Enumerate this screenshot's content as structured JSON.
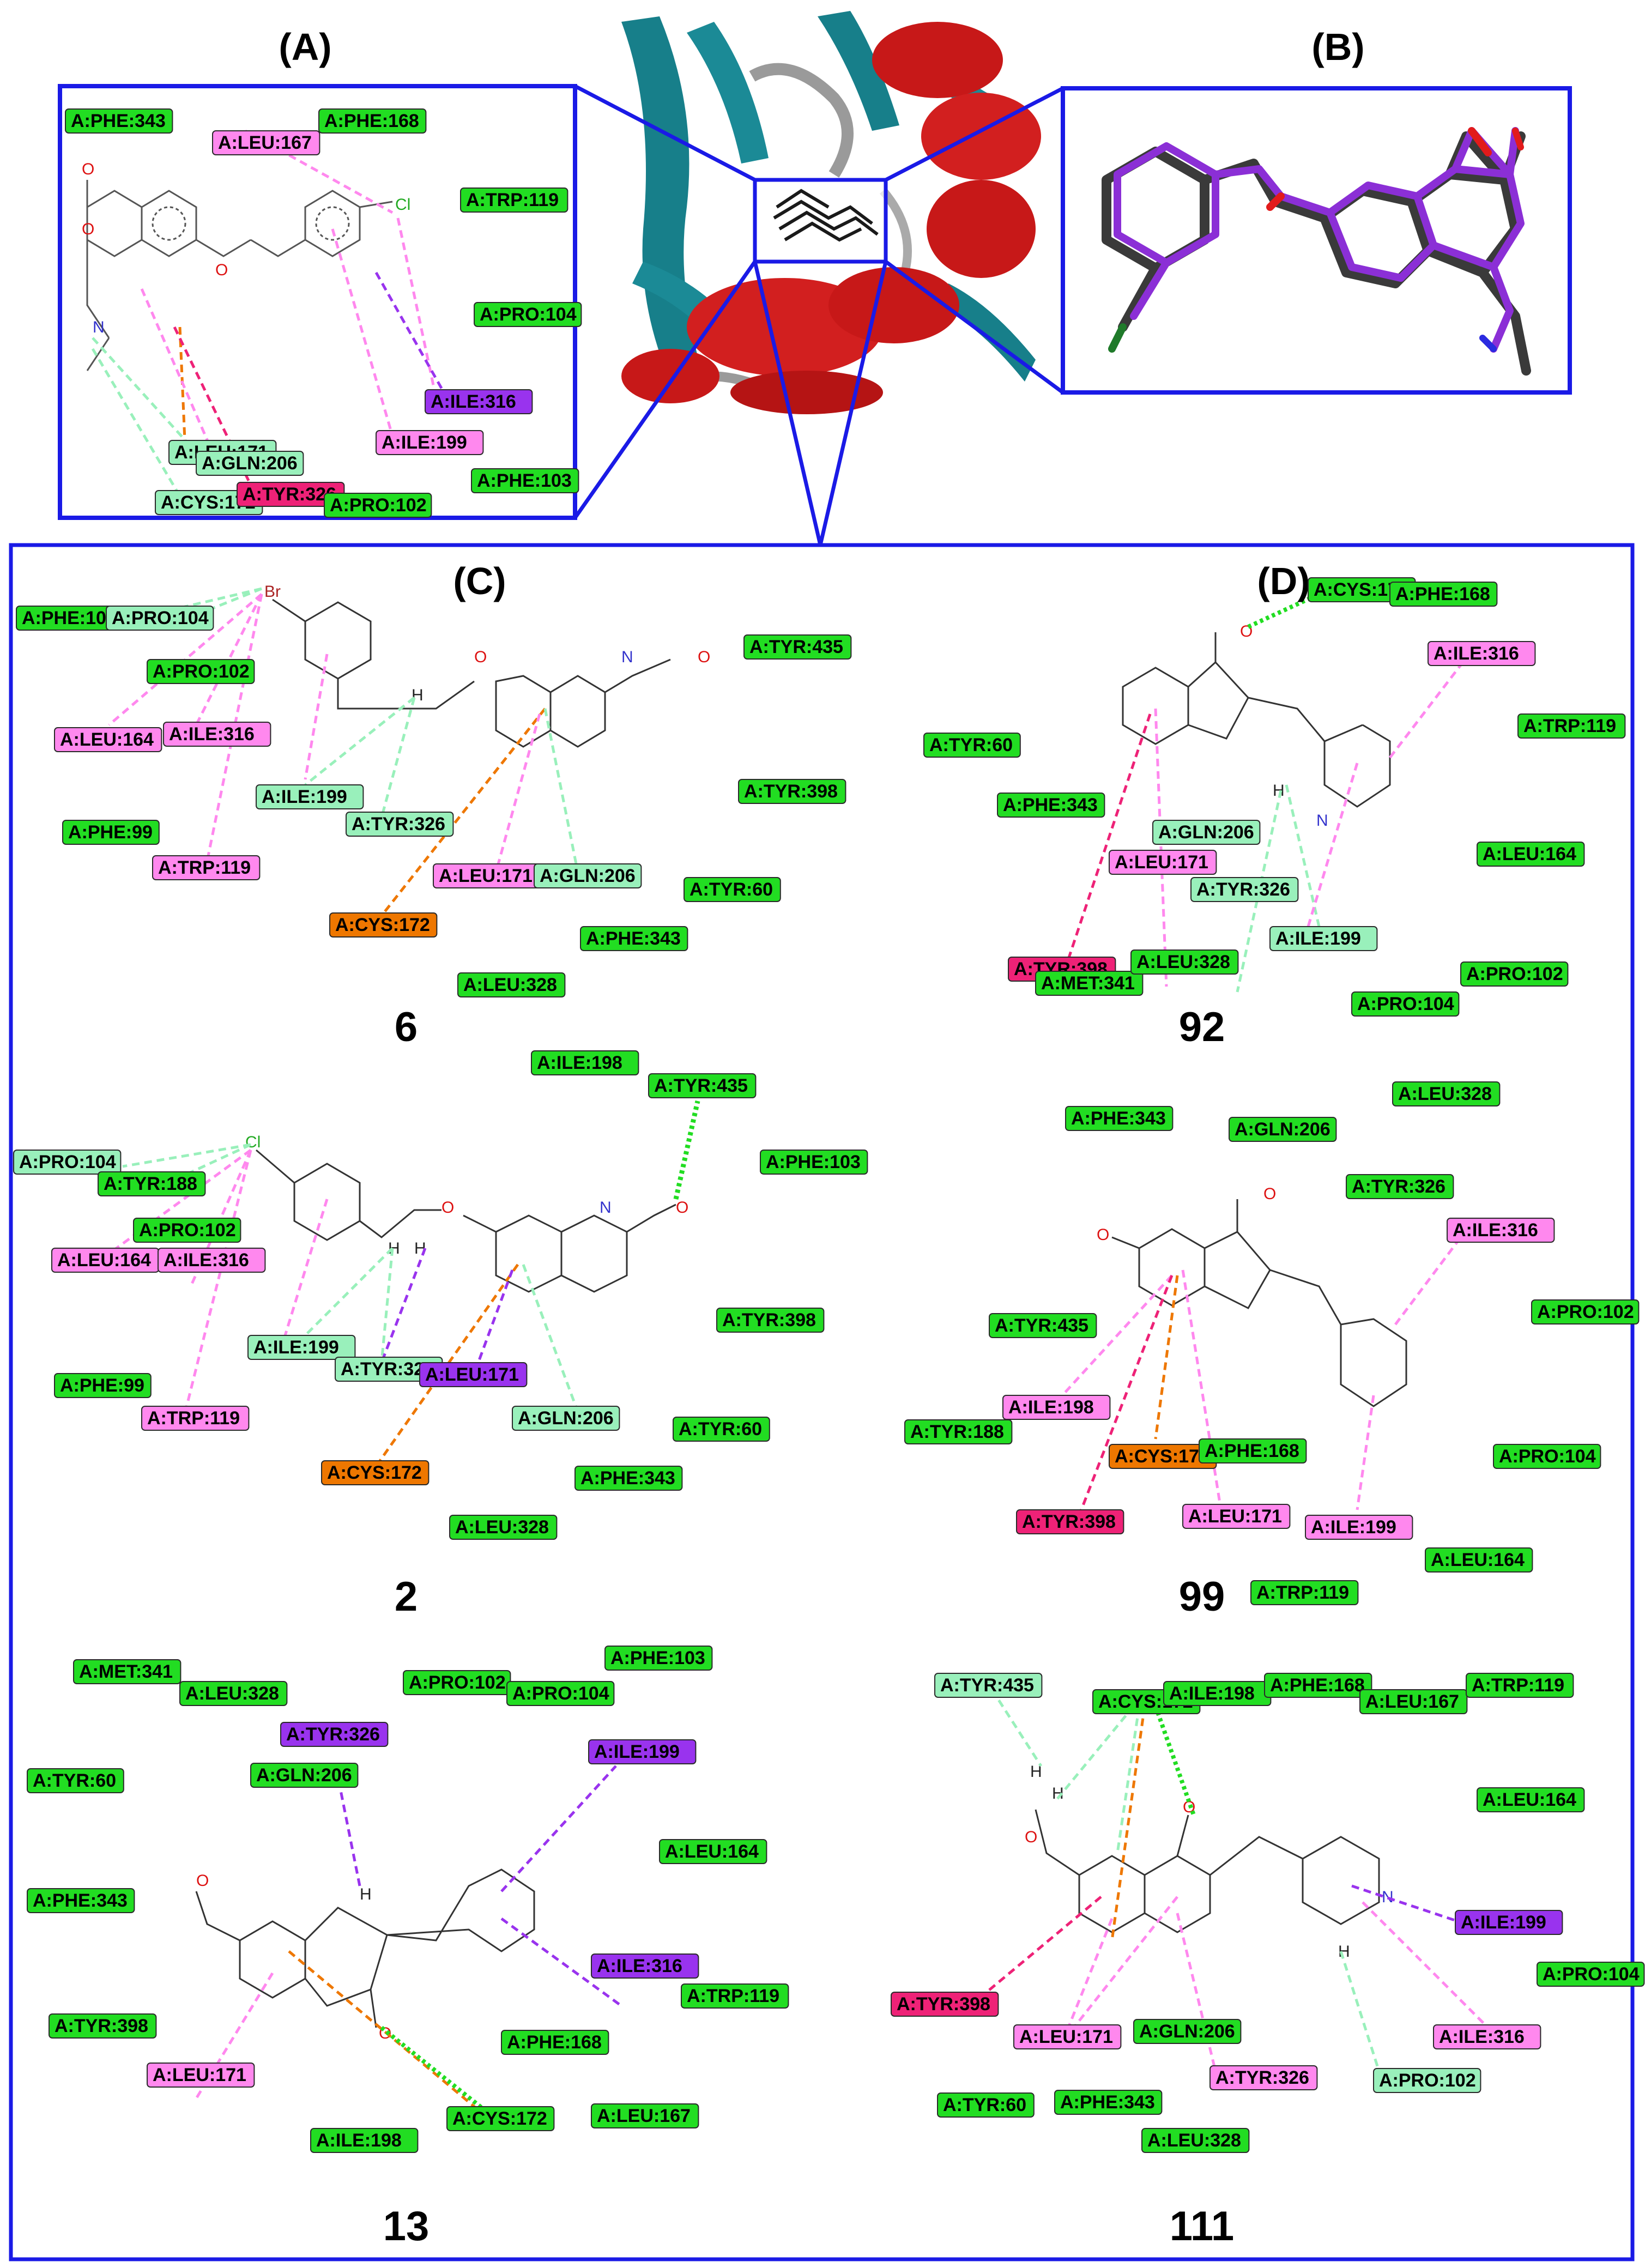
{
  "panels": {
    "A": {
      "label": "(A)"
    },
    "B": {
      "label": "(B)"
    },
    "C": {
      "label": "(C)"
    },
    "D": {
      "label": "(D)"
    }
  },
  "compounds": [
    "6",
    "92",
    "2",
    "99",
    "13",
    "111"
  ],
  "colors": {
    "frame": "#1a1ae6",
    "vdw": "#22dd22",
    "pi_alkyl": "#ff88ee",
    "pi_sigma": "#9933ee",
    "pi_pi": "#ee2277",
    "pi_sulfur": "#ee7700",
    "carbon_h": "#99f0bb",
    "hbond": "#22dd22"
  },
  "residues": {
    "A": [
      {
        "text": "A:PHE:343",
        "t": "vdw"
      },
      {
        "text": "A:LEU:167",
        "t": "pa"
      },
      {
        "text": "A:PHE:168",
        "t": "vdw"
      },
      {
        "text": "A:TRP:119",
        "t": "vdw"
      },
      {
        "text": "A:PRO:104",
        "t": "vdw"
      },
      {
        "text": "A:ILE:316",
        "t": "ps"
      },
      {
        "text": "A:ILE:199",
        "t": "pa"
      },
      {
        "text": "A:LEU:171",
        "t": "ch"
      },
      {
        "text": "A:GLN:206",
        "t": "ch"
      },
      {
        "text": "A:CYS:172",
        "t": "ch"
      },
      {
        "text": "A:TYR:326",
        "t": "pp"
      },
      {
        "text": "A:PRO:102",
        "t": "vdw"
      },
      {
        "text": "A:PHE:103",
        "t": "vdw"
      }
    ],
    "c6": [
      {
        "text": "A:PHE:103",
        "t": "vdw"
      },
      {
        "text": "A:PRO:104",
        "t": "ch"
      },
      {
        "text": "A:PRO:102",
        "t": "vdw"
      },
      {
        "text": "A:LEU:164",
        "t": "pa"
      },
      {
        "text": "A:ILE:316",
        "t": "pa"
      },
      {
        "text": "A:PHE:99",
        "t": "vdw"
      },
      {
        "text": "A:TRP:119",
        "t": "pa"
      },
      {
        "text": "A:ILE:199",
        "t": "ch"
      },
      {
        "text": "A:TYR:326",
        "t": "ch"
      },
      {
        "text": "A:LEU:171",
        "t": "pa"
      },
      {
        "text": "A:GLN:206",
        "t": "ch"
      },
      {
        "text": "A:CYS:172",
        "t": "su"
      },
      {
        "text": "A:TYR:435",
        "t": "vdw"
      },
      {
        "text": "A:TYR:398",
        "t": "vdw"
      },
      {
        "text": "A:TYR:60",
        "t": "vdw"
      },
      {
        "text": "A:PHE:343",
        "t": "vdw"
      },
      {
        "text": "A:LEU:328",
        "t": "vdw"
      }
    ],
    "c92": [
      {
        "text": "A:CYS:172",
        "t": "vdw"
      },
      {
        "text": "A:PHE:168",
        "t": "vdw"
      },
      {
        "text": "A:ILE:316",
        "t": "pa"
      },
      {
        "text": "A:TRP:119",
        "t": "vdw"
      },
      {
        "text": "A:TYR:60",
        "t": "vdw"
      },
      {
        "text": "A:PHE:343",
        "t": "vdw"
      },
      {
        "text": "A:GLN:206",
        "t": "ch"
      },
      {
        "text": "A:LEU:171",
        "t": "pa"
      },
      {
        "text": "A:TYR:326",
        "t": "ch"
      },
      {
        "text": "A:TYR:398",
        "t": "pp"
      },
      {
        "text": "A:LEU:164",
        "t": "vdw"
      },
      {
        "text": "A:ILE:199",
        "t": "ch"
      },
      {
        "text": "A:MET:341",
        "t": "vdw"
      },
      {
        "text": "A:LEU:328",
        "t": "vdw"
      },
      {
        "text": "A:PRO:102",
        "t": "vdw"
      },
      {
        "text": "A:PRO:104",
        "t": "vdw"
      }
    ],
    "c2": [
      {
        "text": "A:ILE:198",
        "t": "vdw"
      },
      {
        "text": "A:TYR:435",
        "t": "vdw"
      },
      {
        "text": "A:PHE:103",
        "t": "vdw"
      },
      {
        "text": "A:PRO:104",
        "t": "ch"
      },
      {
        "text": "A:TYR:188",
        "t": "vdw"
      },
      {
        "text": "A:PRO:102",
        "t": "vdw"
      },
      {
        "text": "A:LEU:164",
        "t": "pa"
      },
      {
        "text": "A:ILE:316",
        "t": "pa"
      },
      {
        "text": "A:ILE:199",
        "t": "ch"
      },
      {
        "text": "A:TYR:326",
        "t": "ch"
      },
      {
        "text": "A:TYR:398",
        "t": "vdw"
      },
      {
        "text": "A:PHE:99",
        "t": "vdw"
      },
      {
        "text": "A:TRP:119",
        "t": "pa"
      },
      {
        "text": "A:LEU:171",
        "t": "ps"
      },
      {
        "text": "A:GLN:206",
        "t": "ch"
      },
      {
        "text": "A:TYR:60",
        "t": "vdw"
      },
      {
        "text": "A:CYS:172",
        "t": "su"
      },
      {
        "text": "A:PHE:343",
        "t": "vdw"
      },
      {
        "text": "A:LEU:328",
        "t": "vdw"
      }
    ],
    "c99": [
      {
        "text": "A:PHE:343",
        "t": "vdw"
      },
      {
        "text": "A:GLN:206",
        "t": "vdw"
      },
      {
        "text": "A:LEU:328",
        "t": "vdw"
      },
      {
        "text": "A:TYR:326",
        "t": "vdw"
      },
      {
        "text": "A:ILE:316",
        "t": "pa"
      },
      {
        "text": "A:TYR:435",
        "t": "vdw"
      },
      {
        "text": "A:PRO:102",
        "t": "vdw"
      },
      {
        "text": "A:ILE:198",
        "t": "pa"
      },
      {
        "text": "A:TYR:188",
        "t": "vdw"
      },
      {
        "text": "A:CYS:172",
        "t": "su"
      },
      {
        "text": "A:PHE:168",
        "t": "vdw"
      },
      {
        "text": "A:PRO:104",
        "t": "vdw"
      },
      {
        "text": "A:TYR:398",
        "t": "pp"
      },
      {
        "text": "A:LEU:171",
        "t": "pa"
      },
      {
        "text": "A:ILE:199",
        "t": "pa"
      },
      {
        "text": "A:LEU:164",
        "t": "vdw"
      },
      {
        "text": "A:TRP:119",
        "t": "vdw"
      }
    ],
    "c13": [
      {
        "text": "A:MET:341",
        "t": "vdw"
      },
      {
        "text": "A:LEU:328",
        "t": "vdw"
      },
      {
        "text": "A:PRO:102",
        "t": "vdw"
      },
      {
        "text": "A:PRO:104",
        "t": "vdw"
      },
      {
        "text": "A:PHE:103",
        "t": "vdw"
      },
      {
        "text": "A:TYR:326",
        "t": "ps"
      },
      {
        "text": "A:GLN:206",
        "t": "vdw"
      },
      {
        "text": "A:ILE:199",
        "t": "ps"
      },
      {
        "text": "A:TYR:60",
        "t": "vdw"
      },
      {
        "text": "A:LEU:164",
        "t": "vdw"
      },
      {
        "text": "A:PHE:343",
        "t": "vdw"
      },
      {
        "text": "A:ILE:316",
        "t": "ps"
      },
      {
        "text": "A:TRP:119",
        "t": "vdw"
      },
      {
        "text": "A:TYR:398",
        "t": "vdw"
      },
      {
        "text": "A:PHE:168",
        "t": "vdw"
      },
      {
        "text": "A:LEU:171",
        "t": "pa"
      },
      {
        "text": "A:CYS:172",
        "t": "vdw"
      },
      {
        "text": "A:LEU:167",
        "t": "vdw"
      },
      {
        "text": "A:ILE:198",
        "t": "vdw"
      }
    ],
    "c111": [
      {
        "text": "A:TYR:435",
        "t": "ch"
      },
      {
        "text": "A:CYS:172",
        "t": "vdw"
      },
      {
        "text": "A:ILE:198",
        "t": "vdw"
      },
      {
        "text": "A:PHE:168",
        "t": "vdw"
      },
      {
        "text": "A:LEU:167",
        "t": "vdw"
      },
      {
        "text": "A:TRP:119",
        "t": "vdw"
      },
      {
        "text": "A:LEU:164",
        "t": "vdw"
      },
      {
        "text": "A:ILE:199",
        "t": "ps"
      },
      {
        "text": "A:PRO:104",
        "t": "vdw"
      },
      {
        "text": "A:TYR:398",
        "t": "pp"
      },
      {
        "text": "A:LEU:171",
        "t": "pa"
      },
      {
        "text": "A:GLN:206",
        "t": "vdw"
      },
      {
        "text": "A:TYR:326",
        "t": "pa"
      },
      {
        "text": "A:ILE:316",
        "t": "pa"
      },
      {
        "text": "A:PRO:102",
        "t": "ch"
      },
      {
        "text": "A:TYR:60",
        "t": "vdw"
      },
      {
        "text": "A:PHE:343",
        "t": "vdw"
      },
      {
        "text": "A:LEU:328",
        "t": "vdw"
      }
    ]
  }
}
